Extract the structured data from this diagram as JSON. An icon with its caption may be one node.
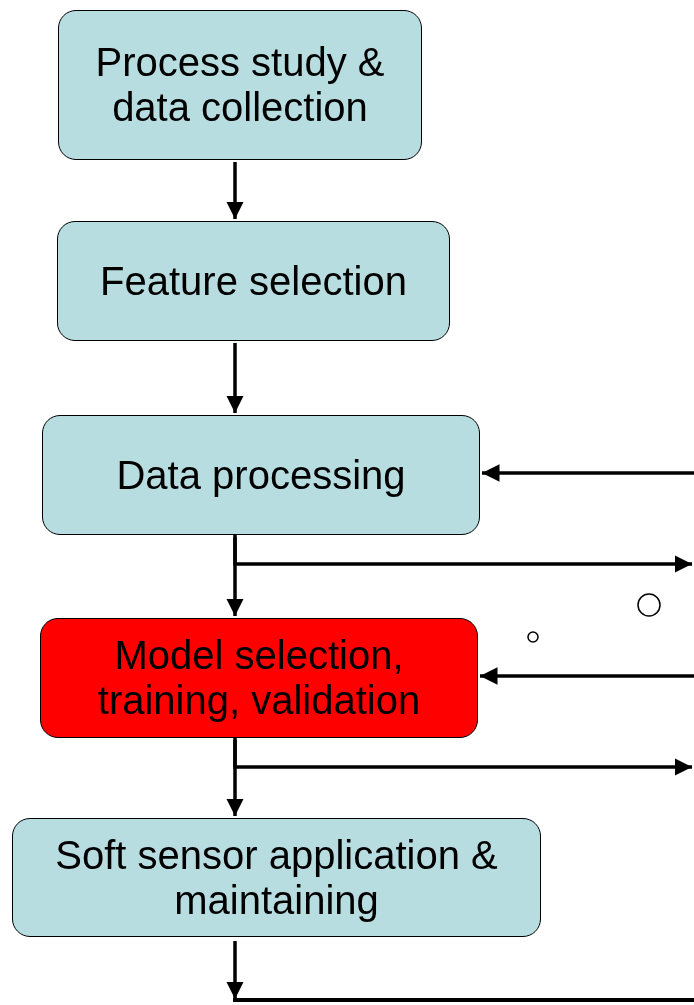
{
  "diagram": {
    "nodes": [
      {
        "text": [
          "Process study & data collection"
        ]
      },
      {
        "text": [
          "Feature selection"
        ]
      },
      {
        "text": [
          "Data processing"
        ]
      },
      {
        "text": [
          "Model selection, training, validation"
        ]
      },
      {
        "text": [
          "Soft sensor application & maintaining"
        ]
      }
    ],
    "edges": [
      {
        "from": 0,
        "to": 1,
        "arrow": "to"
      },
      {
        "from": 1,
        "to": 2,
        "arrow": "to"
      },
      {
        "from": 2,
        "to": 3,
        "arrow": "to"
      },
      {
        "from": 3,
        "to": 4,
        "arrow": "to"
      },
      {
        "from": 2,
        "to": null,
        "arrow": "to"
      },
      {
        "from": 3,
        "to": null,
        "arrow": "to"
      },
      {
        "from": null,
        "to": 2,
        "arrow": "to"
      },
      {
        "from": null,
        "to": 3,
        "arrow": "to"
      },
      {
        "from": 4,
        "to": null,
        "arrow": "to"
      }
    ]
  }
}
